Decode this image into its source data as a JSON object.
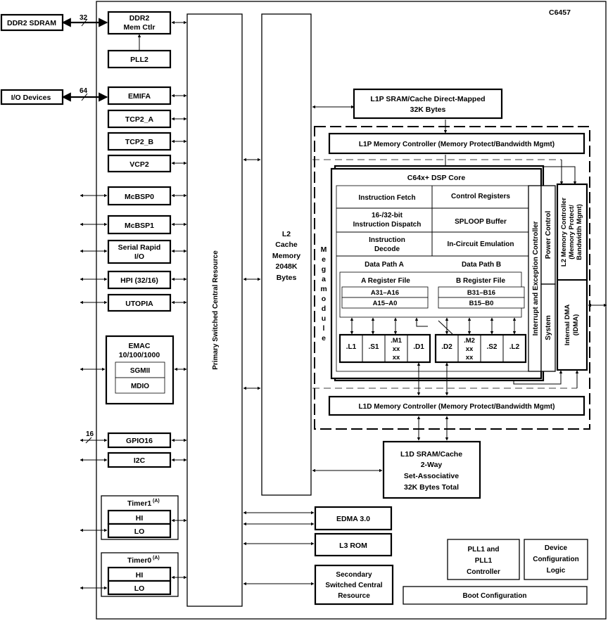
{
  "chip": {
    "name": "C6457"
  },
  "external": {
    "ddr2_sdram": "DDR2 SDRAM",
    "ddr2_bus_width": "32",
    "io_devices": "I/O Devices",
    "io_bus_width": "64",
    "gpio_bus_width": "16"
  },
  "peripherals": {
    "ddr2_ctrl": [
      "DDR2",
      "Mem Ctlr"
    ],
    "pll2": "PLL2",
    "emifa": "EMIFA",
    "tcp2_a": "TCP2_A",
    "tcp2_b": "TCP2_B",
    "vcp2": "VCP2",
    "mcbsp0": "McBSP0",
    "mcbsp1": "McBSP1",
    "srio": [
      "Serial Rapid",
      "I/O"
    ],
    "hpi": "HPI (32/16)",
    "utopia": "UTOPIA",
    "emac": {
      "title": [
        "EMAC",
        "10/100/1000"
      ],
      "sgmii": "SGMII",
      "mdio": "MDIO"
    },
    "gpio": "GPIO16",
    "i2c": "I2C",
    "timer1": {
      "title": "Timer1",
      "note": "(A)",
      "hi": "HI",
      "lo": "LO"
    },
    "timer0": {
      "title": "Timer0",
      "note": "(A)",
      "hi": "HI",
      "lo": "LO"
    }
  },
  "switch": {
    "primary": "Primary Switched Central Resource"
  },
  "l2": [
    "L2",
    "Cache",
    "Memory",
    "2048K",
    "Bytes"
  ],
  "megamodule": [
    "M",
    "e",
    "g",
    "a",
    "m",
    "o",
    "d",
    "u",
    "l",
    "e"
  ],
  "l1p_sram": [
    "L1P SRAM/Cache Direct-Mapped",
    "32K Bytes"
  ],
  "l1p_ctrl": "L1P Memory Controller (Memory Protect/Bandwidth Mgmt)",
  "dsp_core": {
    "title": "C64x+ DSP Core",
    "instruction_fetch": "Instruction Fetch",
    "control_registers": "Control Registers",
    "dispatch": [
      "16-/32-bit",
      "Instruction Dispatch"
    ],
    "sploop": "SPLOOP Buffer",
    "decode": [
      "Instruction",
      "Decode"
    ],
    "ice": "In-Circuit Emulation",
    "datapath_a": "Data Path A",
    "datapath_b": "Data Path B",
    "regfile_a": {
      "title": "A Register File",
      "r1": "A31–A16",
      "r2": "A15–A0"
    },
    "regfile_b": {
      "title": "B Register File",
      "r1": "B31–B16",
      "r2": "B15–B0"
    },
    "units_a": [
      [
        "L1"
      ],
      [
        "S1"
      ],
      [
        ".M1",
        "xx",
        "xx"
      ],
      [
        ".D1"
      ]
    ],
    "units_b": [
      [
        ".D2"
      ],
      [
        ".M2",
        "xx",
        "xx"
      ],
      [
        ".S2"
      ],
      [
        ".L2"
      ]
    ]
  },
  "side": {
    "interrupt": "Interrupt and Exception Controller",
    "power": "Power Control",
    "system": "System",
    "l2_ctrl": [
      "L2 Memory Controller",
      "(Memory Protect/",
      "Bandwidth Mgmt)"
    ],
    "idma": [
      "Internal DMA",
      "(IDMA)"
    ]
  },
  "l1d_ctrl": "L1D Memory Controller (Memory Protect/Bandwidth Mgmt)",
  "l1d_sram": [
    "L1D SRAM/Cache",
    "2-Way",
    "Set-Associative",
    "32K Bytes Total"
  ],
  "bottom": {
    "edma": "EDMA 3.0",
    "l3rom": "L3 ROM",
    "secondary": [
      "Secondary",
      "Switched Central",
      "Resource"
    ],
    "pll1": [
      "PLL1 and",
      "PLL1",
      "Controller"
    ],
    "device_config": [
      "Device",
      "Configuration",
      "Logic"
    ],
    "boot": "Boot Configuration"
  }
}
